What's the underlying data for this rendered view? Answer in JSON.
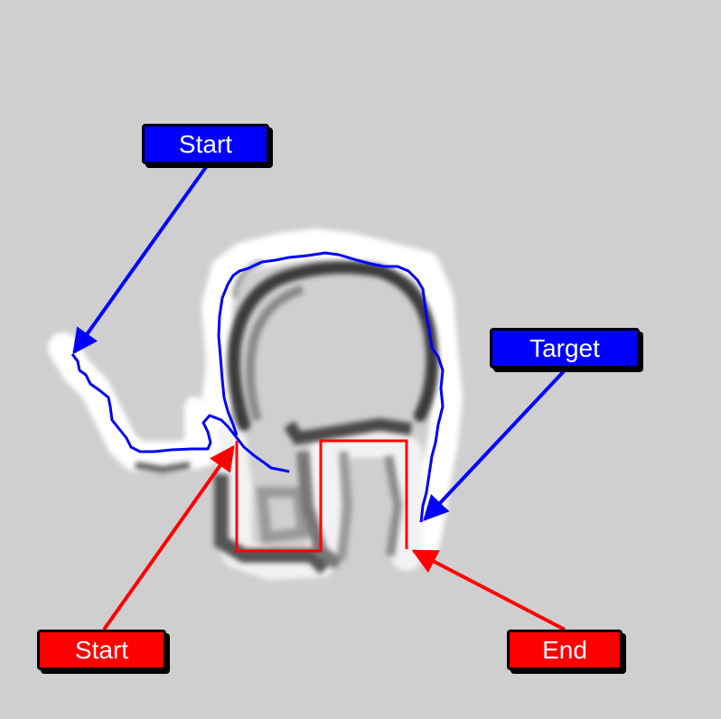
{
  "labels": {
    "blue_start": "Start",
    "blue_target": "Target",
    "red_start": "Start",
    "red_end": "End"
  },
  "colors": {
    "background": "#cfcfcf",
    "blue_path": "#0000ff",
    "red_path": "#ff0000",
    "callout_border": "#000000"
  }
}
